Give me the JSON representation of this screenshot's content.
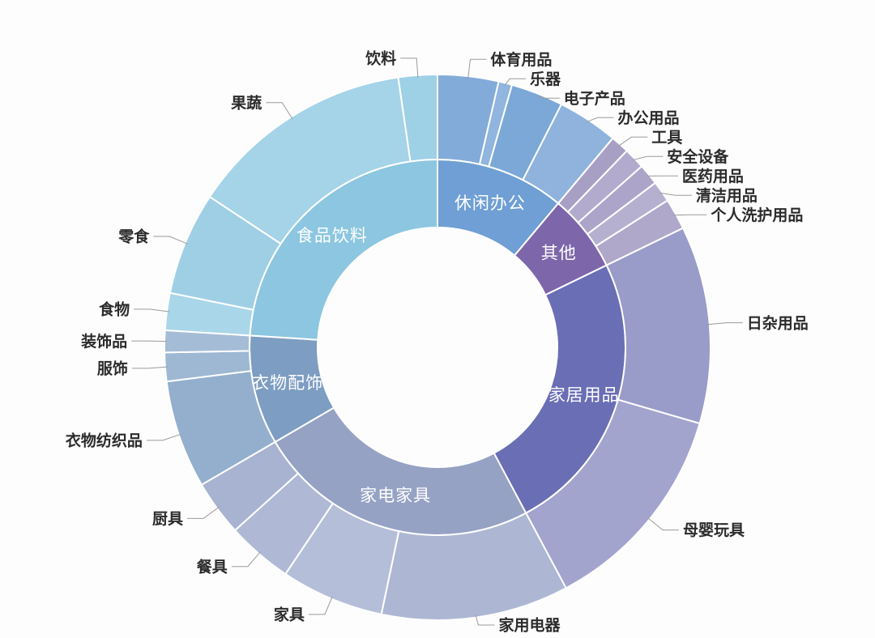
{
  "page": {
    "background": "#fdfdfd"
  },
  "chart_data": {
    "type": "sunburst",
    "value_unit": "percent (estimated from arc angles; no numeric labels shown in image)",
    "start_angle_deg": 0,
    "direction": "clockwise",
    "legend": "none",
    "grid": "off",
    "layout": {
      "center": [
        540,
        429
      ],
      "radii": [
        148,
        232,
        337
      ]
    },
    "inner_label_color": "#ffffff",
    "outer_label_color": "#2b2b2b",
    "leader_color": "#9b9b9b",
    "inner_label_size": 21,
    "outer_label_size": 19,
    "categories": [
      {
        "name": "休闲办公",
        "value": 11.1,
        "color": "#6f9fd4",
        "children": [
          {
            "name": "体育用品",
            "value": 3.6,
            "color": "#82abd9"
          },
          {
            "name": "乐器",
            "value": 0.8,
            "color": "#90b5de"
          },
          {
            "name": "电子产品",
            "value": 3.1,
            "color": "#7ca8d7"
          },
          {
            "name": "办公用品",
            "value": 3.6,
            "color": "#8fb3dd"
          }
        ]
      },
      {
        "name": "其他",
        "value": 6.7,
        "color": "#7e66aa",
        "children": [
          {
            "name": "工具",
            "value": 1.1,
            "color": "#a89fc5"
          },
          {
            "name": "安全设备",
            "value": 1.25,
            "color": "#b2abcd"
          },
          {
            "name": "医药用品",
            "value": 1.25,
            "color": "#aca4c9"
          },
          {
            "name": "清洁用品",
            "value": 1.25,
            "color": "#b6b0d0"
          },
          {
            "name": "个人洗护用品",
            "value": 1.85,
            "color": "#b0a8cb"
          }
        ]
      },
      {
        "name": "家居用品",
        "value": 24.4,
        "color": "#6a6eb4",
        "children": [
          {
            "name": "日杂用品",
            "value": 11.7,
            "color": "#999bc9"
          },
          {
            "name": "母婴玩具",
            "value": 12.7,
            "color": "#a2a4ce"
          }
        ]
      },
      {
        "name": "家电家具",
        "value": 24.4,
        "color": "#96a2c4",
        "children": [
          {
            "name": "家用电器",
            "value": 11.1,
            "color": "#adb7d3"
          },
          {
            "name": "家具",
            "value": 6.1,
            "color": "#b5bed8"
          },
          {
            "name": "餐具",
            "value": 3.9,
            "color": "#afb9d5"
          },
          {
            "name": "厨具",
            "value": 3.3,
            "color": "#a8b2d1"
          }
        ]
      },
      {
        "name": "衣物配饰",
        "value": 9.4,
        "color": "#7e9dc2",
        "children": [
          {
            "name": "衣物纺织品",
            "value": 6.4,
            "color": "#94afce"
          },
          {
            "name": "服饰",
            "value": 1.7,
            "color": "#9eb7d3"
          },
          {
            "name": "装饰品",
            "value": 1.3,
            "color": "#a5bcd7"
          }
        ]
      },
      {
        "name": "食品饮料",
        "value": 24.0,
        "color": "#8cc6e0",
        "children": [
          {
            "name": "食物",
            "value": 2.2,
            "color": "#aad6ea"
          },
          {
            "name": "零食",
            "value": 6.1,
            "color": "#9fcfe5"
          },
          {
            "name": "果蔬",
            "value": 13.4,
            "color": "#a5d3e8"
          },
          {
            "name": "饮料",
            "value": 2.3,
            "color": "#9ed0e6"
          }
        ]
      }
    ]
  }
}
